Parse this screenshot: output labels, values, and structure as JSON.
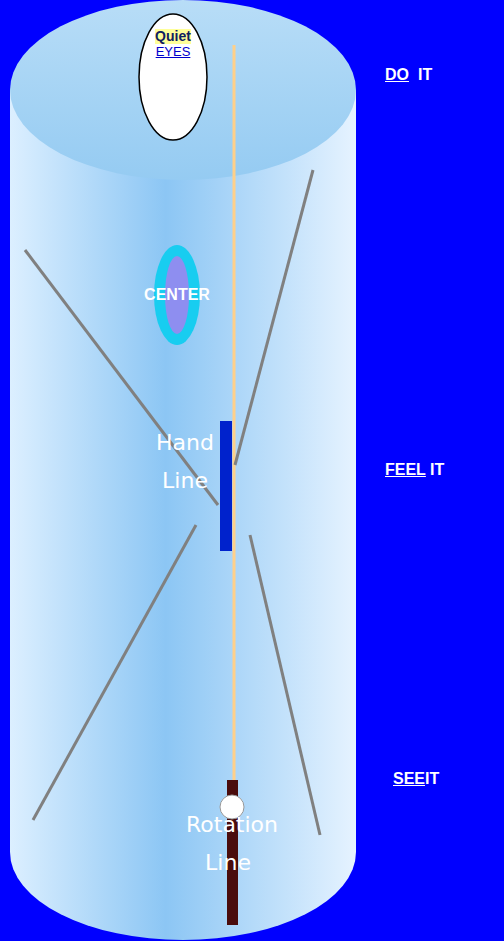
{
  "diagram": {
    "nodes": [
      {
        "text": [
          "Quiet",
          "EYES"
        ]
      },
      {
        "text": [
          "CENTER"
        ]
      }
    ],
    "labels": [
      "Hand Line",
      "Rotation Line",
      "DO",
      "IT",
      "FEEL",
      "IT",
      "SEE",
      "IT"
    ]
  }
}
